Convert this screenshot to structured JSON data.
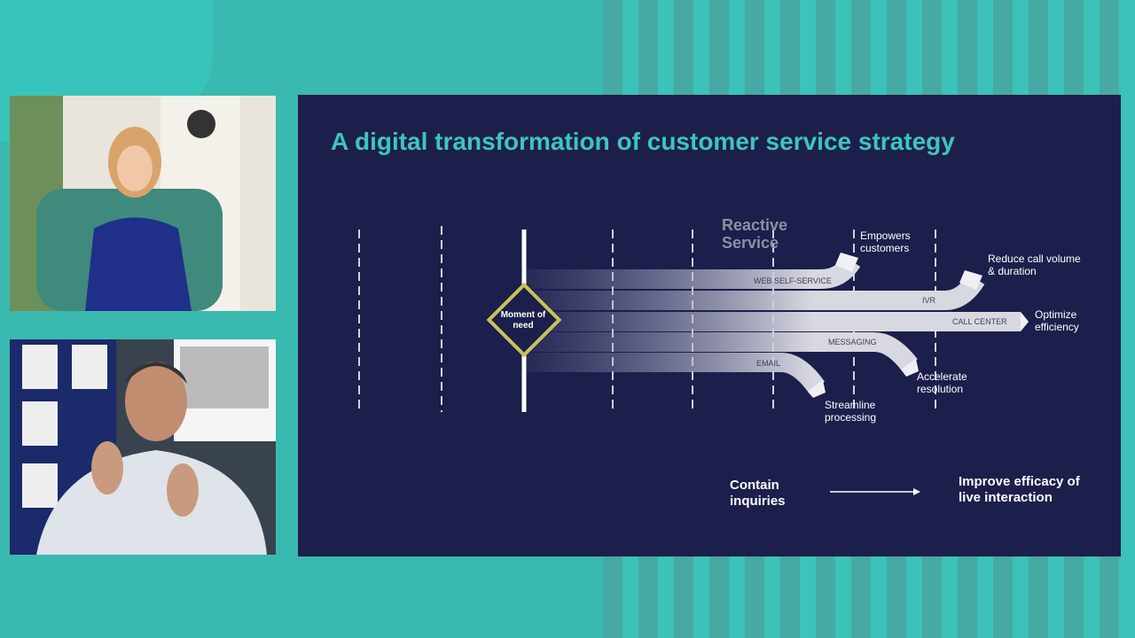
{
  "slide": {
    "title": "A digital transformation of customer service strategy",
    "reactive": "Reactive Service",
    "moment": "Moment of need",
    "channels": [
      "WEB SELF-SERVICE",
      "IVR",
      "CALL CENTER",
      "MESSAGING",
      "EMAIL"
    ],
    "outcomes": [
      "Empowers customers",
      "Reduce call volume & duration",
      "Optimize efficiency",
      "Accelerate resolution",
      "Streamline processing"
    ],
    "bottom_left": "Contain inquiries",
    "bottom_right": "Improve efficacy of live interaction"
  },
  "colors": {
    "slide_bg": "#1c1f4b",
    "title": "#3ec5bd",
    "teal_bg": "#3ab9b0"
  }
}
